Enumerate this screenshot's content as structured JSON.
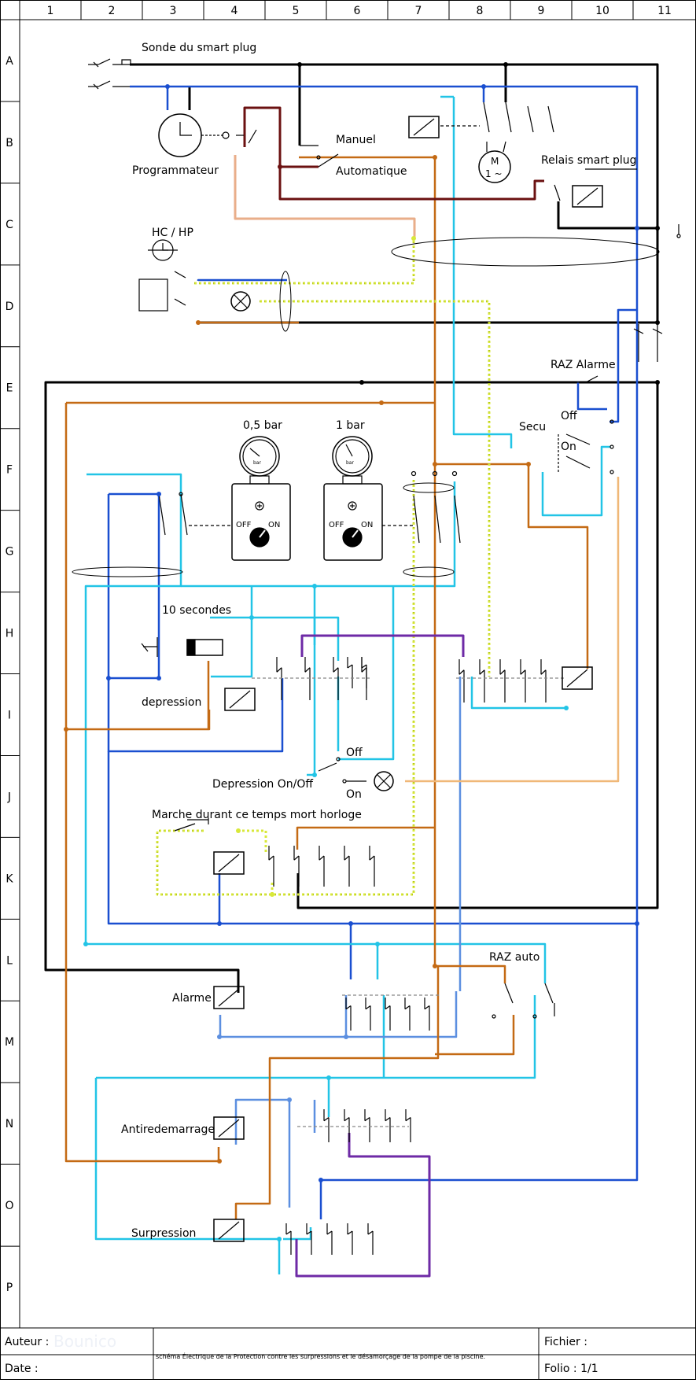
{
  "grid": {
    "columns": [
      "1",
      "2",
      "3",
      "4",
      "5",
      "6",
      "7",
      "8",
      "9",
      "10",
      "11"
    ],
    "rows": [
      "A",
      "B",
      "C",
      "D",
      "E",
      "F",
      "G",
      "H",
      "I",
      "J",
      "K",
      "L",
      "M",
      "N",
      "O",
      "P"
    ]
  },
  "labels": {
    "sonde": "Sonde du smart plug",
    "manuel": "Manuel",
    "automatique": "Automatique",
    "programmateur": "Programmateur",
    "relais_smart_plug": "Relais smart plug",
    "hc_hp": "HC / HP",
    "raz_alarme": "RAZ Alarme",
    "off_top": "Off",
    "on_top": "On",
    "secu": "Secu",
    "gauge1": "0,5 bar",
    "gauge2": "1 bar",
    "off_gauge": "OFF",
    "on_gauge": "ON",
    "ten_sec": "10 secondes",
    "depression": "depression",
    "off_dep": "Off",
    "on_dep": "On",
    "dep_onoff": "Depression On/Off",
    "marche": "Marche durant ce temps mort horloge",
    "raz_auto": "RAZ auto",
    "alarme": "Alarme",
    "antiredem": "Antiredemarrage",
    "surpression": "Surpression",
    "motor_m": "M",
    "motor_1": "1 ~",
    "bar_small": "bar"
  },
  "footer": {
    "auteur_label": "Auteur :",
    "auteur_value": "Bounico",
    "date_label": "Date :",
    "description": "schéma Électrique de la Protection contre les surpressions et le désamorçage de la pompe de la piscine.",
    "fichier_label": "Fichier :",
    "folio": "Folio : 1/1"
  },
  "colors": {
    "black": "#000000",
    "blue": "#1a4fd0",
    "light_blue": "#22c4e6",
    "sky": "#5c8fe0",
    "orange": "#c46a14",
    "brown": "#6b1111",
    "salmon": "#e9ae8a",
    "peach": "#f0b878",
    "yellow_green": "#d8e83a",
    "purple": "#6e2aa6",
    "gray": "#999999"
  }
}
